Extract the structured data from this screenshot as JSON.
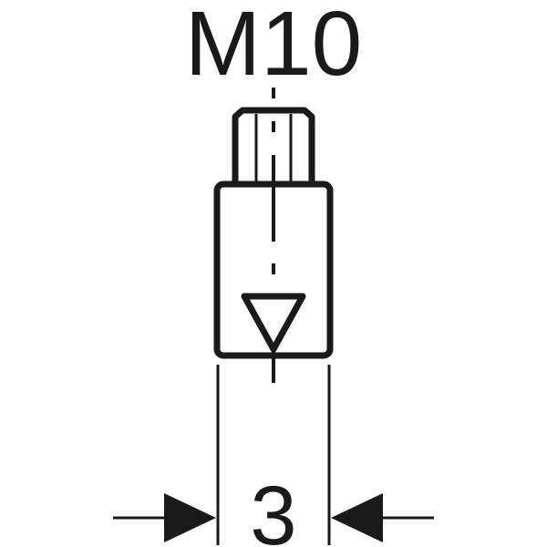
{
  "diagram": {
    "thread_label": "M10",
    "dimension_label": "3",
    "colors": {
      "stroke": "#1a1a1a",
      "background": "#ffffff"
    },
    "parts": [
      {
        "name": "threaded-stud",
        "description": "threaded stud (top)"
      },
      {
        "name": "body",
        "description": "rectangular body"
      },
      {
        "name": "insertion-mark",
        "description": "downward triangle marker"
      },
      {
        "name": "centerline",
        "description": "dash-dot center axis"
      },
      {
        "name": "dimension",
        "description": "width dimension with inward arrows"
      }
    ]
  }
}
